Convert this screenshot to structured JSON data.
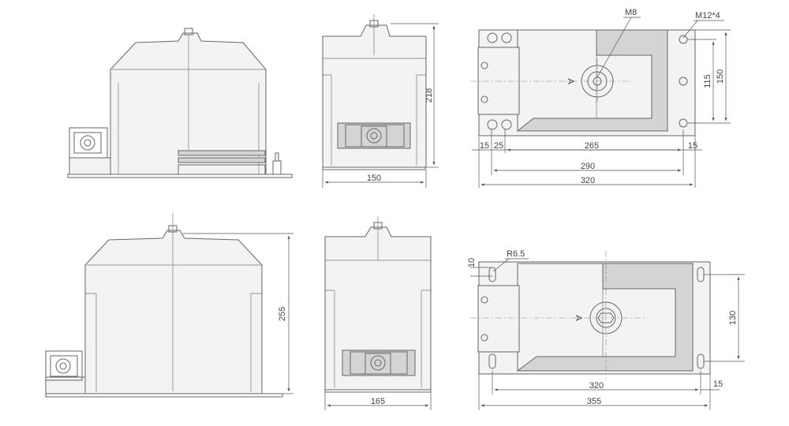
{
  "views": {
    "upper": {
      "front_left": {},
      "front_side": {
        "width_label": "150",
        "height_label": "218"
      },
      "plan": {
        "bolt_label": "M8",
        "mount_label": "M12*4",
        "arrow_label": "A",
        "inner_left_15": "15",
        "inner_left_25": "25",
        "span_265": "265",
        "right_15": "15",
        "span_290": "290",
        "total_320": "320",
        "vert_115": "115",
        "vert_150": "150"
      }
    },
    "lower": {
      "front_left": {
        "height_label": "255"
      },
      "front_side": {
        "width_label": "165"
      },
      "plan": {
        "radius_label": "R6.5",
        "top_10": "10",
        "arrow_label": "A",
        "span_320": "320",
        "right_15": "15",
        "total_355": "355",
        "vert_130": "130"
      }
    }
  }
}
